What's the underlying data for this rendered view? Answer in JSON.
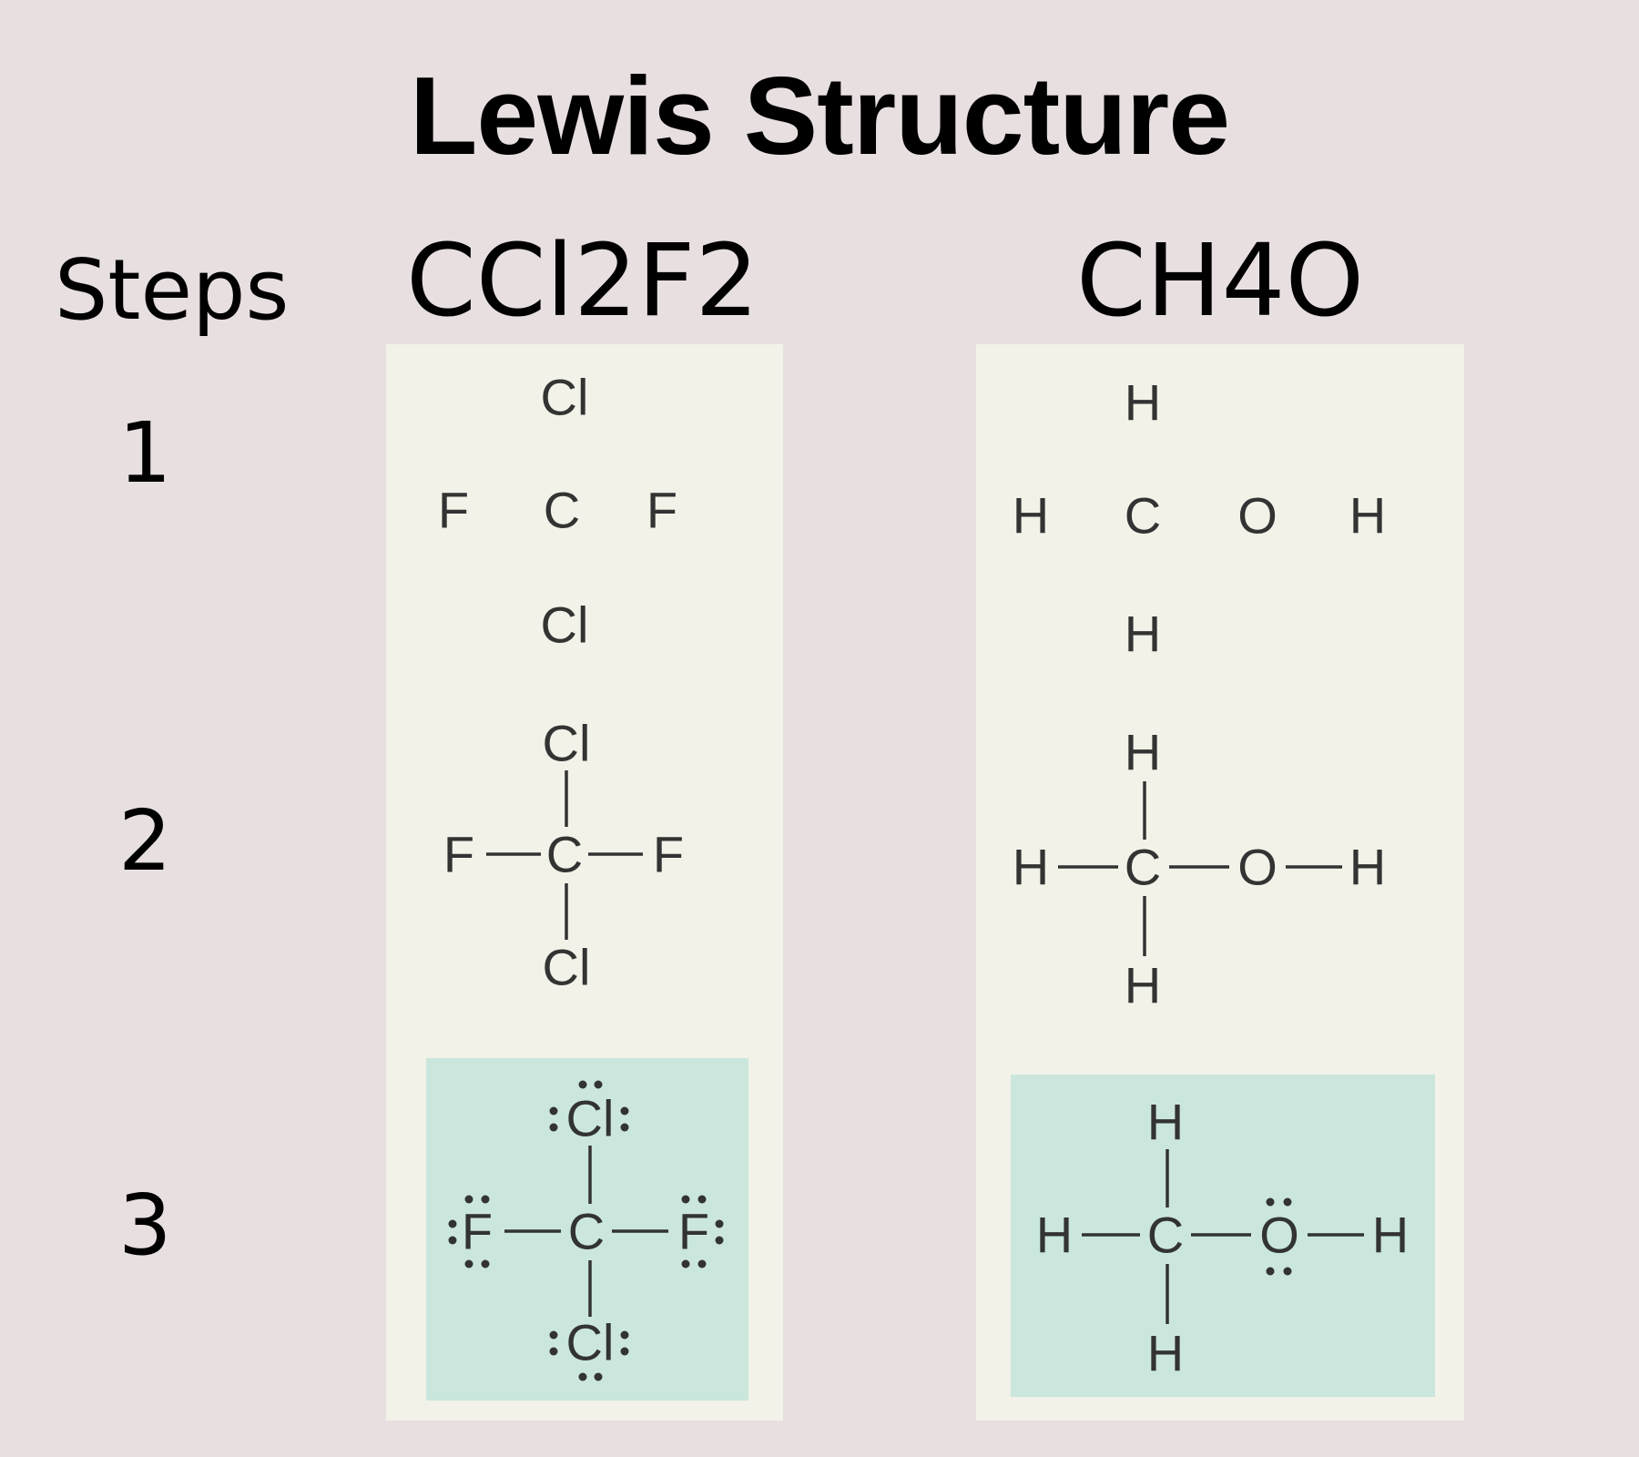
{
  "title": "Lewis Structure",
  "steps_label": "Steps",
  "molecules": [
    {
      "formula": "CCl2F2"
    },
    {
      "formula": "CH4O"
    }
  ],
  "steps": [
    "1",
    "2",
    "3"
  ],
  "atoms": {
    "C": "C",
    "Cl": "Cl",
    "F": "F",
    "H": "H",
    "O": "O"
  },
  "colors": {
    "background": "#e8dfe0",
    "panel": "#f2f2e8",
    "highlight": "#cbe7dd"
  }
}
